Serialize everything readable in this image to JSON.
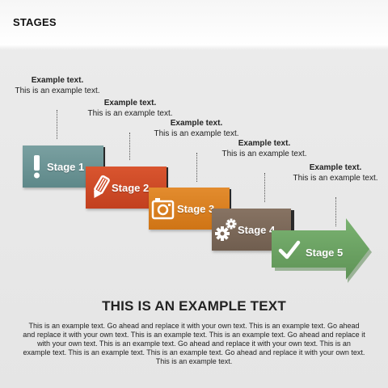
{
  "header": {
    "title": "STAGES"
  },
  "callouts": [
    {
      "heading": "Example text.",
      "body": "This is an example text."
    },
    {
      "heading": "Example text.",
      "body": "This is an example text."
    },
    {
      "heading": "Example text.",
      "body": "This is an example text."
    },
    {
      "heading": "Example text.",
      "body": "This is an example text."
    },
    {
      "heading": "Example text.",
      "body": "This is an example text."
    }
  ],
  "stages": [
    {
      "label": "Stage 1",
      "icon": "exclamation-icon",
      "color": "#6f9596"
    },
    {
      "label": "Stage 2",
      "icon": "pencil-icon",
      "color": "#cf4a28"
    },
    {
      "label": "Stage 3",
      "icon": "camera-icon",
      "color": "#dc8122"
    },
    {
      "label": "Stage 4",
      "icon": "gears-icon",
      "color": "#7c6959"
    },
    {
      "label": "Stage 5",
      "icon": "checkmark-icon",
      "color": "#6ea265"
    }
  ],
  "main": {
    "heading": "THIS IS AN EXAMPLE TEXT",
    "paragraph": "This is an example text. Go ahead and replace it with your own text. This is an example text. Go ahead and replace it with your own text. This is an example text. This is an example text. Go ahead and replace it with your own text. This is an example text. Go ahead and replace it with your own text. This is an example text. This is an example text. This is an example text. Go ahead and replace it with your own text. This is an example text."
  }
}
